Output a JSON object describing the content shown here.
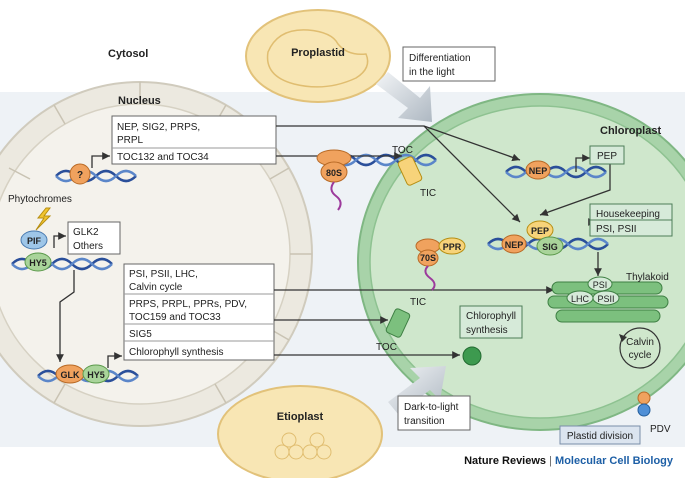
{
  "labels": {
    "cytosol": "Cytosol",
    "nucleus": "Nucleus",
    "proplastid": "Proplastid",
    "etioplast": "Etioplast",
    "chloroplast": "Chloroplast",
    "differentiation": [
      "Differentiation",
      "in the light"
    ],
    "dark_to_light": [
      "Dark-to-light",
      "transition"
    ],
    "phytochromes": "Phytochromes",
    "toc_top": "TOC",
    "tic_top": "TIC",
    "tic_bottom": "TIC",
    "toc_bottom": "TOC",
    "ribosome_80s": "80S",
    "ribosome_70s": "70S",
    "ppr": "PPR",
    "unknown_factor": "?",
    "pif": "PIF",
    "hy5": "HY5",
    "glk": "GLK",
    "hy5_b": "HY5",
    "nep_top": "NEP",
    "pep_top": "PEP",
    "nep": "NEP",
    "pep": "PEP",
    "sig": "SIG",
    "housekeeping": [
      "Housekeeping",
      "PSI, PSII"
    ],
    "thylakoid": "Thylakoid",
    "psi": "PSI",
    "lhc": "LHC",
    "psii": "PSII",
    "chlorophyll_synthesis": [
      "Chlorophyll",
      "synthesis"
    ],
    "calvin_cycle": [
      "Calvin",
      "cycle"
    ],
    "plastid_division": "Plastid division",
    "pdv": "PDV"
  },
  "gene_boxes": {
    "top": [
      "NEP, SIG2, PRPS,",
      "PRPL",
      "TOC132 and TOC34"
    ],
    "glk2": [
      "GLK2",
      "Others"
    ],
    "bottom": [
      "PSI, PSII, LHC,",
      "Calvin cycle",
      "PRPS, PRPL, PPRs, PDV,",
      "TOC159 and TOC33",
      "SIG5",
      "Chlorophyll synthesis"
    ]
  },
  "footer": {
    "journal": "Nature Reviews",
    "separator": "|",
    "section": "Molecular Cell Biology"
  }
}
